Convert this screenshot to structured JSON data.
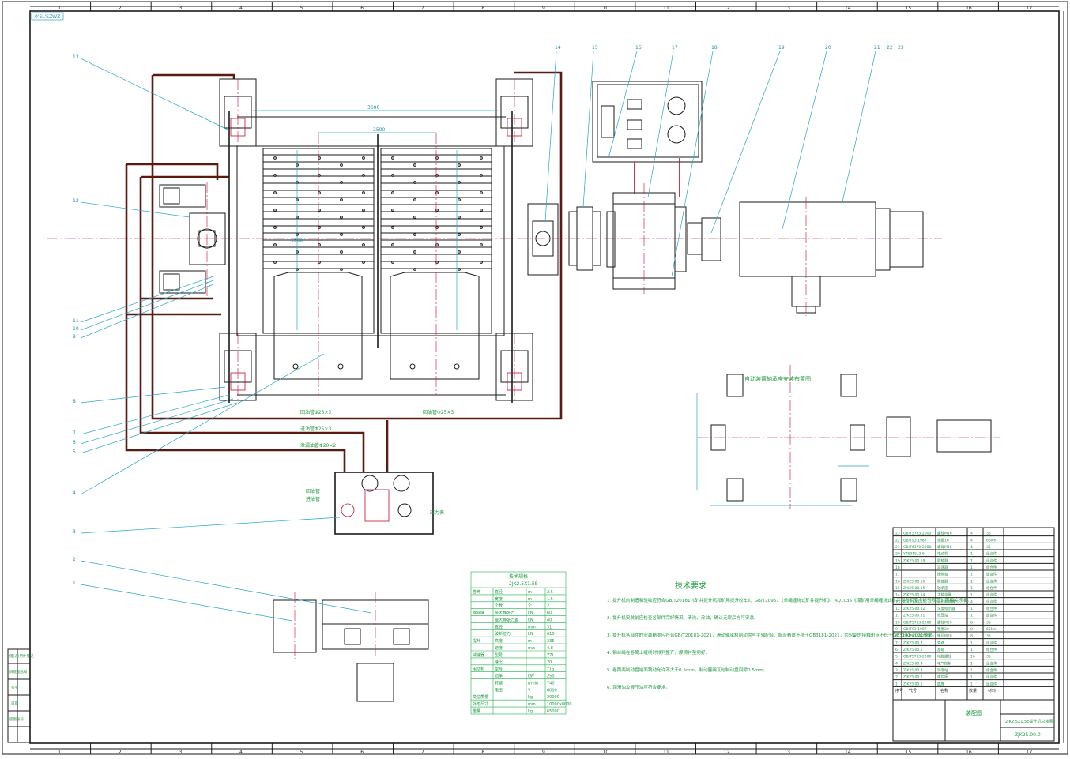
{
  "drawing": {
    "corner_code": "0'SL'SZWZ",
    "zone_numbers": [
      "1",
      "2",
      "3",
      "4",
      "5",
      "6",
      "7",
      "8",
      "9",
      "10",
      "11",
      "12",
      "13",
      "14",
      "15",
      "16",
      "17"
    ]
  },
  "balloons": {
    "top": [
      "14",
      "15",
      "16",
      "17",
      "18",
      "19",
      "20",
      "21",
      "22",
      "23"
    ],
    "left": [
      "13",
      "12",
      "11",
      "10",
      "9",
      "8",
      "7",
      "6",
      "5",
      "4",
      "3",
      "2",
      "1"
    ]
  },
  "inset_view": {
    "title": "自动装置轴承座安装布置图"
  },
  "tech_requirements": {
    "title": "技术要求",
    "items": [
      "1. 提升机的制造和验收应符合GB/T20181《矿井提升机和矿用提升绞车》、GB/T20961《单绳缠绕式矿井提升机》、AQ1035《煤矿用单绳缠绕式矿井提升机安全检验规范》等相关标准。",
      "2. 提升机安装前应检查各部件完好情况、清洗、涂油，确认无误后方可安装。",
      "3. 提升机各部件的安装精度应符合GB/T20181-2021，滑动轴承和制动盘与主轴配合，配合精度不低于GB3181-2021，齿轮副的接触斑点不低于GB3181-2021要求。",
      "4. 钢丝绳在卷筒上缠绕时排列整齐，摩擦衬垫完好。",
      "5. 卷筒两制动盘端面跳动允许不大于0.5mm，制动器闸瓦与制动盘间隙0.5mm。",
      "6. 润滑油及液压油应符合要求。"
    ]
  },
  "title_block": {
    "drawing_name": "2JK2.5X1.5E提升机总装图",
    "drawing_number": "ZJK25.00.0",
    "part_label": "装配图"
  },
  "parts_list": {
    "rows": [
      {
        "no": "23",
        "code": "GB/T5783-2000",
        "name": "螺栓M16",
        "qty": "4",
        "mat": "35"
      },
      {
        "no": "22",
        "code": "GB/T93-1987",
        "name": "垫圈16",
        "qty": "4",
        "mat": "65Mn"
      },
      {
        "no": "21",
        "code": "GB/T6170-2000",
        "name": "螺母M16",
        "qty": "4",
        "mat": "35"
      },
      {
        "no": "20",
        "code": "YTS315L2-6",
        "name": "电动机",
        "qty": "1",
        "mat": "组合件"
      },
      {
        "no": "19",
        "code": "ZJK25.00.19",
        "name": "联轴器",
        "qty": "1",
        "mat": "组合件"
      },
      {
        "no": "18",
        "code": "",
        "name": "减速器",
        "qty": "1",
        "mat": "组合件"
      },
      {
        "no": "17",
        "code": "",
        "name": "操纵台",
        "qty": "1",
        "mat": "组合件"
      },
      {
        "no": "16",
        "code": "ZJK25.00.16",
        "name": "联轴器",
        "qty": "1",
        "mat": "组合件"
      },
      {
        "no": "15",
        "code": "ZJK25.00.15",
        "name": "轴承座",
        "qty": "1",
        "mat": "组合件"
      },
      {
        "no": "14",
        "code": "ZJK25.00.14",
        "name": "主轴装置",
        "qty": "1",
        "mat": "组合件"
      },
      {
        "no": "13",
        "code": "ZJK25.00.13",
        "name": "盘形制动器",
        "qty": "4",
        "mat": "组合件"
      },
      {
        "no": "12",
        "code": "ZJK25.00.12",
        "name": "深度指示器",
        "qty": "1",
        "mat": "组合件"
      },
      {
        "no": "11",
        "code": "ZJK25.00.11",
        "name": "液压站",
        "qty": "1",
        "mat": "组合件"
      },
      {
        "no": "10",
        "code": "GB/T5783-2000",
        "name": "螺栓M20",
        "qty": "8",
        "mat": "35"
      },
      {
        "no": "9",
        "code": "GB/T93-1987",
        "name": "垫圈20",
        "qty": "8",
        "mat": "65Mn"
      },
      {
        "no": "8",
        "code": "GB/T6170-2000",
        "name": "螺母M20",
        "qty": "8",
        "mat": "35"
      },
      {
        "no": "7",
        "code": "ZJK25.00.7",
        "name": "管路",
        "qty": "1",
        "mat": "组合件"
      },
      {
        "no": "6",
        "code": "ZJK25.00.6",
        "name": "基础",
        "qty": "1",
        "mat": "组合件"
      },
      {
        "no": "5",
        "code": "GB/T5783-2000",
        "name": "地脚螺栓",
        "qty": "16",
        "mat": "35"
      },
      {
        "no": "4",
        "code": "ZJK25.00.4",
        "name": "电气控制",
        "qty": "1",
        "mat": "组合件"
      },
      {
        "no": "3",
        "code": "ZJK25.00.3",
        "name": "润滑站",
        "qty": "1",
        "mat": "组合件"
      },
      {
        "no": "2",
        "code": "ZJK25.00.2",
        "name": "电控柜",
        "qty": "1",
        "mat": "组合件"
      },
      {
        "no": "1",
        "code": "ZJK25.00.1",
        "name": "底座",
        "qty": "1",
        "mat": "组合件"
      }
    ],
    "header": {
      "no": "序号",
      "code": "代号",
      "name": "名称",
      "qty": "数量",
      "mat": "材料"
    }
  },
  "spec_table": {
    "title": "技术规格",
    "subtitle": "2JK2.5X1.5E",
    "rows": [
      [
        "卷筒",
        "直径",
        "m",
        "2.5"
      ],
      [
        "",
        "宽度",
        "m",
        "1.5"
      ],
      [
        "",
        "个数",
        "个",
        "2"
      ],
      [
        "钢丝绳",
        "最大静张力",
        "kN",
        "60"
      ],
      [
        "",
        "最大静张力差",
        "kN",
        "40"
      ],
      [
        "",
        "直径",
        "mm",
        "31"
      ],
      [
        "",
        "破断拉力",
        "kN",
        "610"
      ],
      [
        "提升",
        "高度",
        "m",
        "335"
      ],
      [
        "",
        "速度",
        "m/s",
        "4.8"
      ],
      [
        "减速器",
        "型号",
        "",
        "ZZL"
      ],
      [
        "",
        "速比",
        "",
        "20"
      ],
      [
        "电动机",
        "型号",
        "",
        "YTS"
      ],
      [
        "",
        "功率",
        "kW",
        "250"
      ],
      [
        "",
        "转速",
        "r/min",
        "740"
      ],
      [
        "",
        "电压",
        "V",
        "6000"
      ],
      [
        "变位质量",
        "",
        "kg",
        "20000"
      ],
      [
        "外形尺寸",
        "",
        "mm",
        "10000x8000"
      ],
      [
        "重量",
        "",
        "kg",
        "65000"
      ]
    ]
  },
  "left_strip": {
    "labels": [
      "借(通)用件登记",
      "旧底图总号",
      "签字",
      "日期",
      "底图总号"
    ]
  },
  "notes": {
    "dim_top_1": "3600",
    "dim_top_2": "2500",
    "dim_drum": "1500",
    "pipe_1": "回油管Φ25×3",
    "pipe_2": "进油管Φ25×3",
    "pipe_3": "泄漏油管Φ20×2",
    "hyd_label_1": "回油管",
    "hyd_label_2": "进油管",
    "hyd_label_3": "压力表"
  }
}
